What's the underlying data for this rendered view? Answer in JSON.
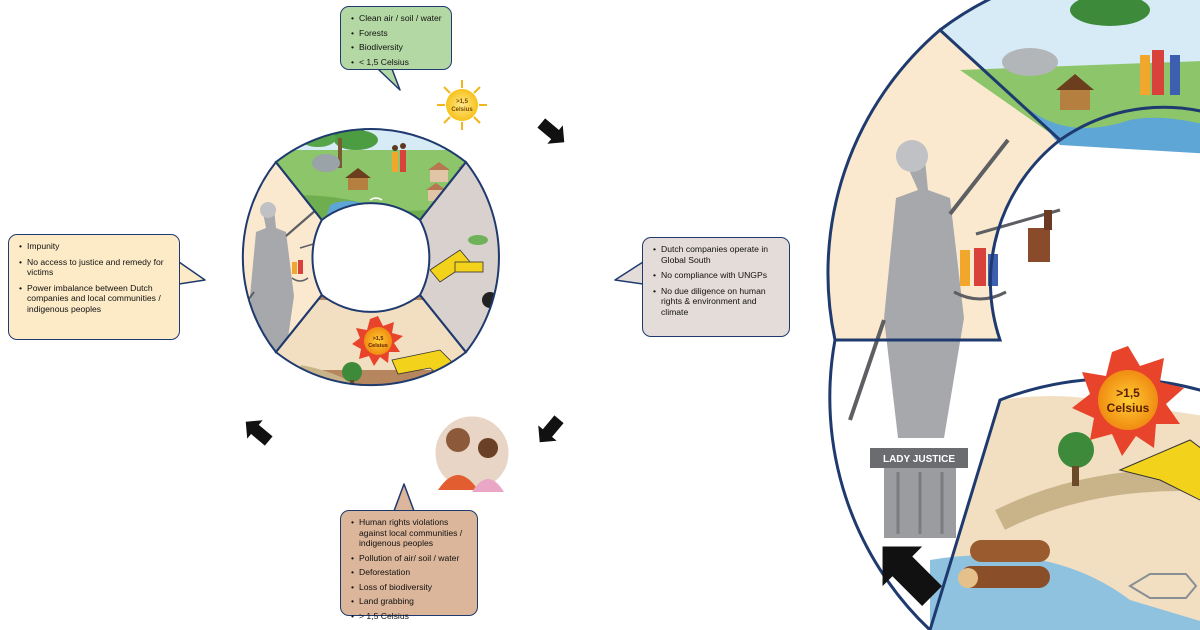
{
  "callouts": {
    "green": {
      "items": [
        "Clean air / soil / water",
        "Forests",
        "Biodiversity",
        "< 1,5 Celsius"
      ],
      "color": "#b4d8a4"
    },
    "left": {
      "items": [
        "Impunity",
        "No access to justice and remedy for victims",
        "Power imbalance between Dutch companies and local communities / indigenous peoples"
      ],
      "color": "#fdebc8"
    },
    "right": {
      "items": [
        "Dutch companies operate in Global South",
        "No compliance with UNGPs",
        "No due diligence on human rights & environment and climate"
      ],
      "color": "#e4dcd8"
    },
    "bottom": {
      "items": [
        "Human rights violations against local communities / indigenous peoples",
        "Pollution of air/ soil / water",
        "Deforestation",
        "Loss of biodiversity",
        "Land grabbing",
        "> 1,5 Celsius"
      ],
      "color": "#dbb69a"
    }
  },
  "diagram": {
    "green_sun_label": [
      ">1,5",
      "Celsius"
    ],
    "orange_sun_label": [
      ">1,5",
      "Celsius"
    ],
    "statue_plinth_label": "LADY JUSTICE",
    "zoom_sun_label": [
      ">1,5",
      "Celsius"
    ],
    "zoom_plinth_label": "LADY JUSTICE"
  },
  "colors": {
    "ring_border": "#1f3a6e",
    "quadrant_left": "#fbe9cf",
    "quadrant_right": "#d9d1cd",
    "quadrant_bottom": "#b6865e",
    "sky": "#d6ebf6",
    "grass": "#8cc56a",
    "arrow": "#111111"
  }
}
